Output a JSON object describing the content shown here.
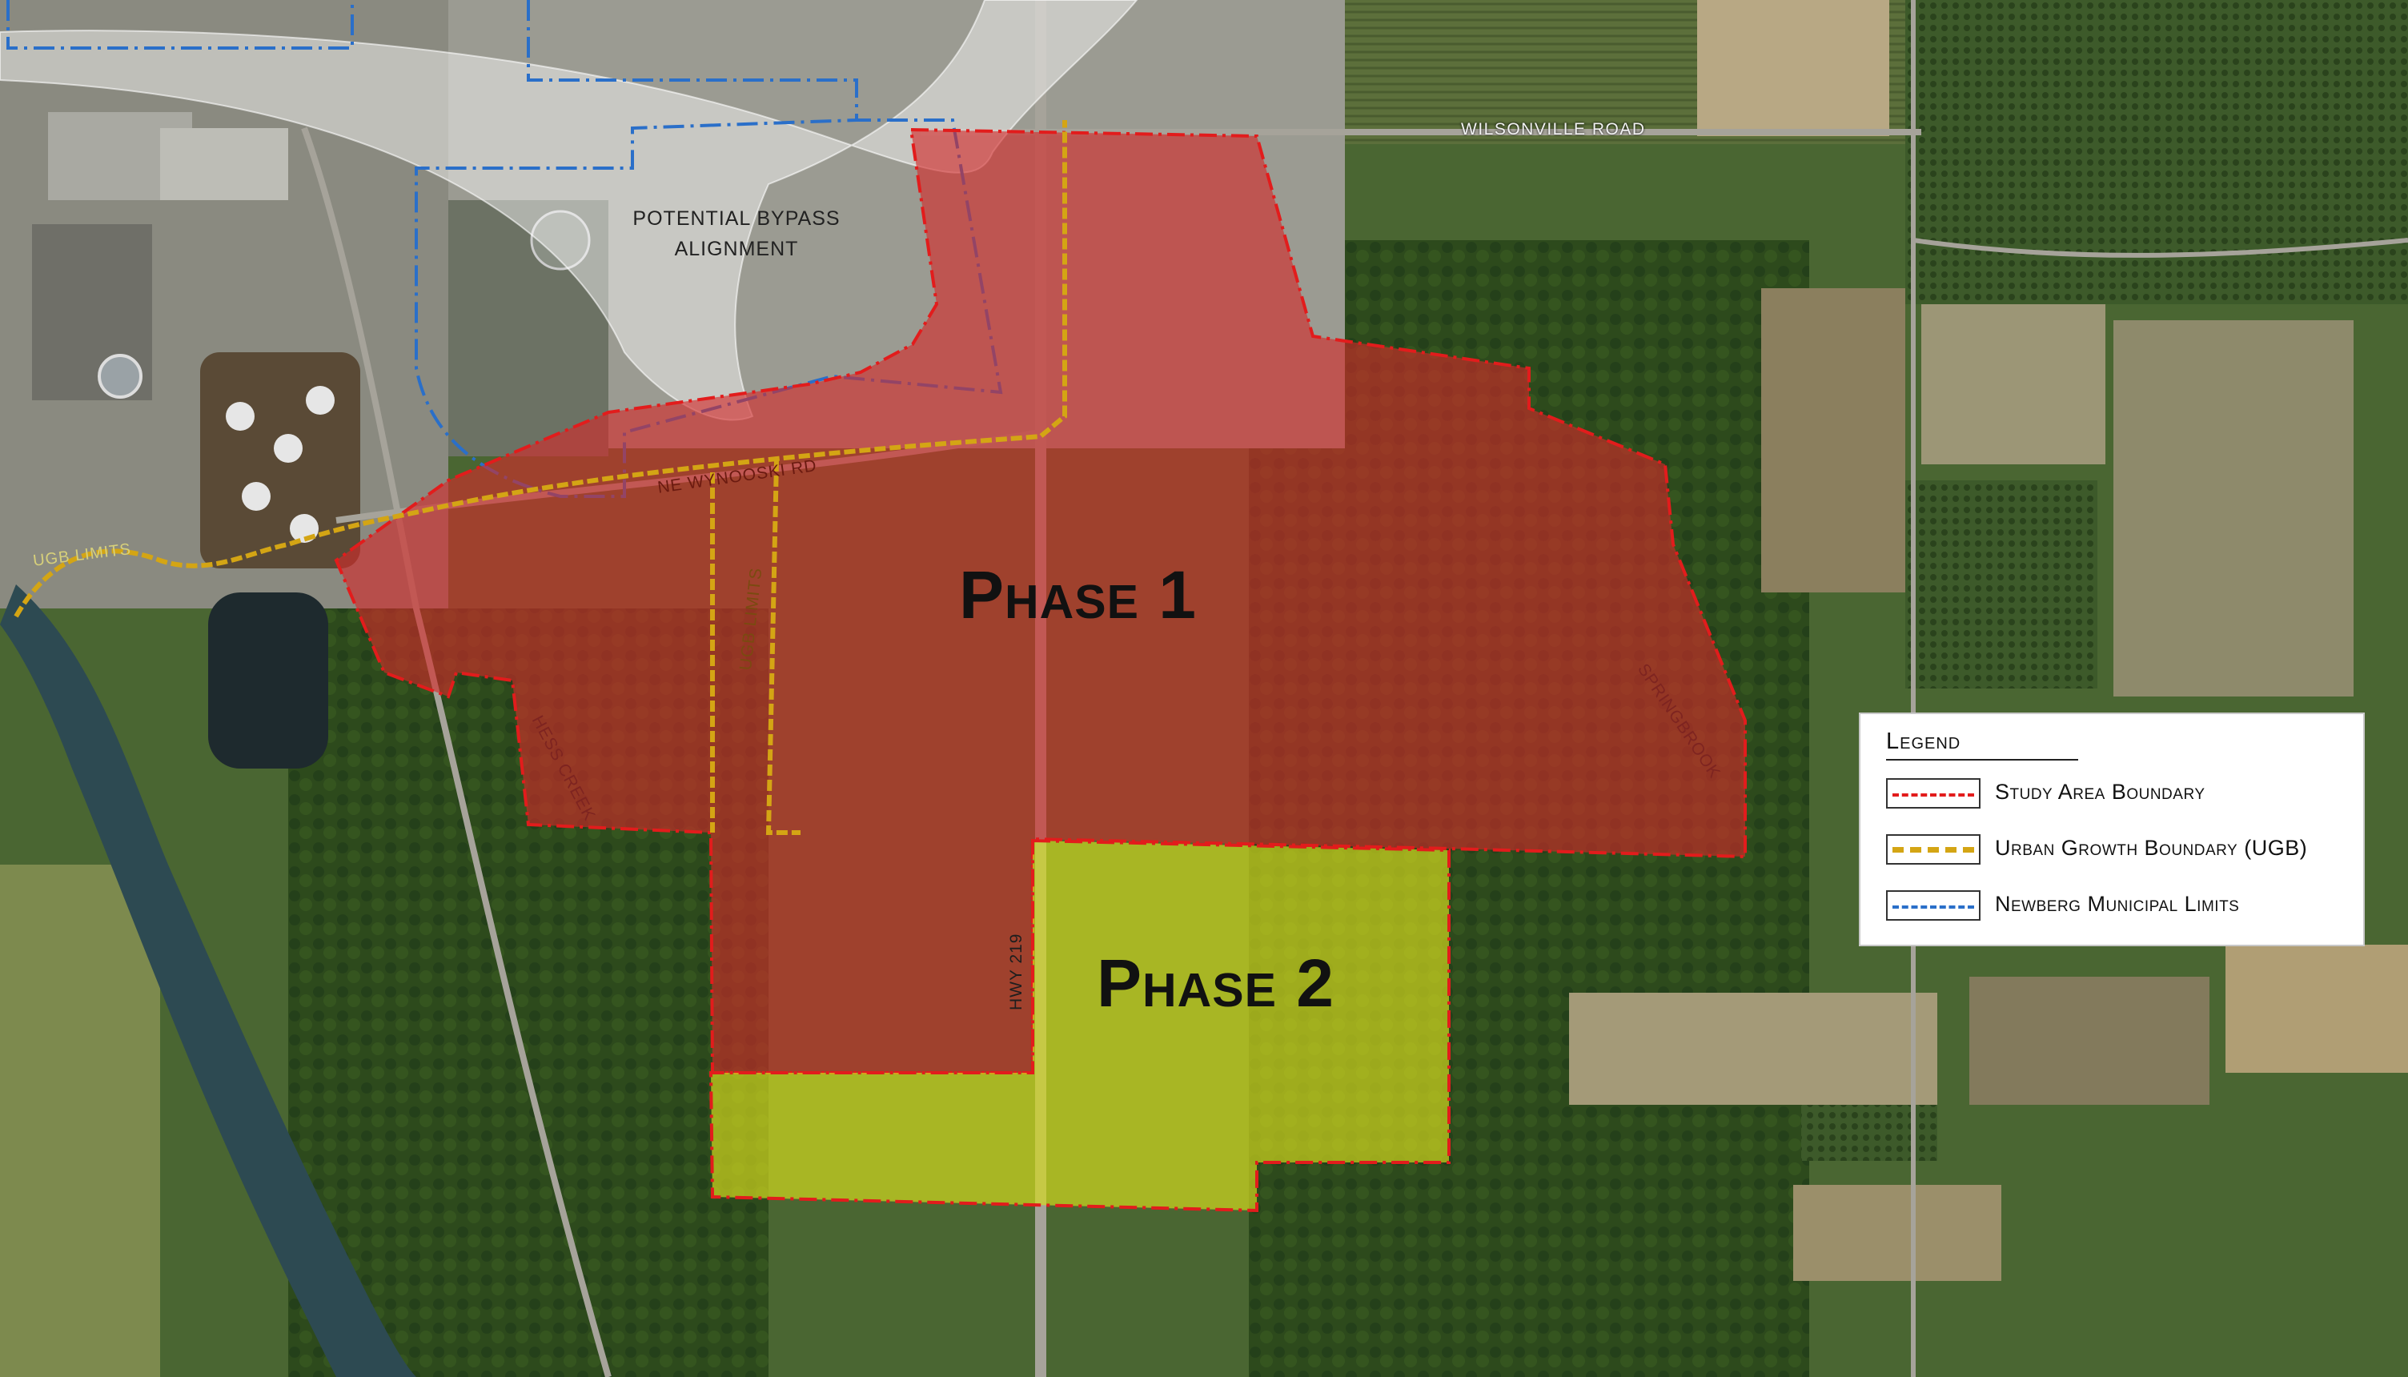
{
  "map": {
    "labels": {
      "bypass": "POTENTIAL BYPASS ALIGNMENT",
      "phase_1": "Phase 1",
      "phase_2": "Phase 2",
      "wilsonville_road": "WILSONVILLE ROAD",
      "wynooski_rd": "NE WYNOOSKI RD",
      "hwy_219": "HWY 219",
      "ugb_limits_north": "UGB LIMITS",
      "ugb_limits_west": "UGB LIMITS",
      "hess_creek": "HESS CREEK",
      "springbrook": "SPRINGBROOK"
    },
    "colors": {
      "phase_1_fill": "#d42a2a",
      "phase_2_fill": "#d6dc1e",
      "study_area_boundary": "#e21c1c",
      "ugb": "#d4a514",
      "municipal_limits": "#2a6fc9",
      "bypass_overlay": "#ffffff"
    }
  },
  "legend": {
    "title": "Legend",
    "items": [
      {
        "label": "Study Area Boundary",
        "color": "#e21c1c",
        "style": "dash-dot"
      },
      {
        "label": "Urban Growth Boundary (UGB)",
        "color": "#d4a514",
        "style": "thick-dashed"
      },
      {
        "label": "Newberg Municipal Limits",
        "color": "#2a6fc9",
        "style": "dash-dot"
      }
    ]
  }
}
